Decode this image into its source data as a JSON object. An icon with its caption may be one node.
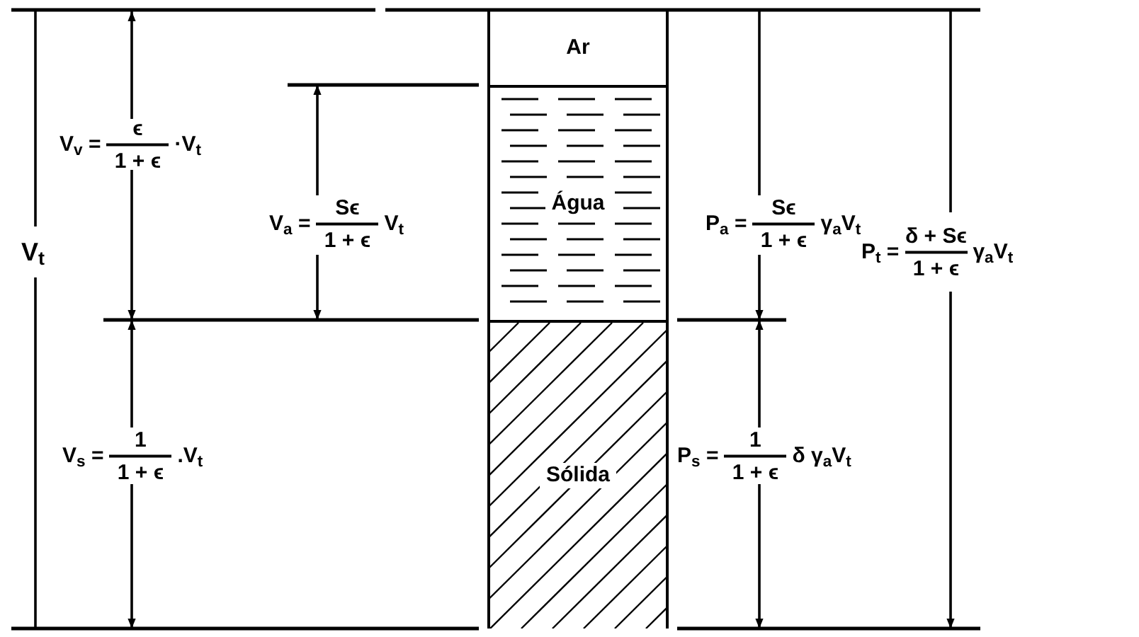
{
  "diagram": {
    "nodes": [
      {
        "text": [
          "Ar"
        ]
      },
      {
        "text": [
          "Água"
        ]
      },
      {
        "text": [
          "Sólida"
        ]
      }
    ],
    "labels": [
      "V$_{v}$ =",
      "ϵ",
      "1 + ϵ",
      "·V$_{t}$",
      "V$_{a}$ =",
      "**S**ϵ",
      "1 + ϵ",
      "V$_{t}$",
      "P$_{a}$ =",
      "**S**ϵ",
      "1 + ϵ",
      "γ$_{a}$V$_{t}$",
      "V$_{t}$",
      "P$_{t}$ =",
      "δ + **S**ϵ",
      "1 + ϵ",
      "γ$_{a}$V$_{t}$",
      "V$_{s}$ =",
      "1",
      "1 + ϵ",
      ".V$_{t}$",
      "P$_{s}$ =",
      "1",
      "1 + ϵ",
      "δ γ$_{a}$V$_{t}$"
    ]
  }
}
